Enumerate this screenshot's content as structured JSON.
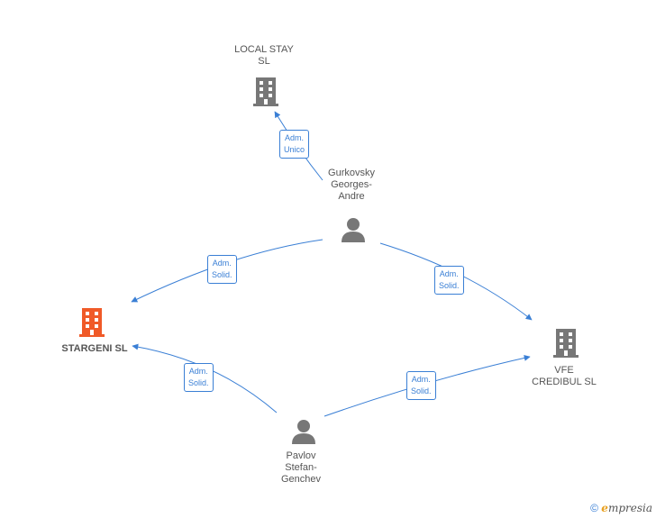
{
  "nodes": {
    "local_stay": {
      "label": "LOCAL STAY\nSL",
      "color": "#777777"
    },
    "stargeni": {
      "label": "STARGENI  SL",
      "color": "#f05a28"
    },
    "vfe": {
      "label": "VFE\nCREDIBUL  SL",
      "color": "#777777"
    },
    "gurkovsky": {
      "label": "Gurkovsky\nGeorges-\nAndre",
      "color": "#777777"
    },
    "pavlov": {
      "label": "Pavlov\nStefan-\nGenchev",
      "color": "#777777"
    }
  },
  "edges": {
    "gurkovsky_local": {
      "label": "Adm.\nUnico"
    },
    "gurkovsky_stargeni": {
      "label": "Adm.\nSolid."
    },
    "gurkovsky_vfe": {
      "label": "Adm.\nSolid."
    },
    "pavlov_stargeni": {
      "label": "Adm.\nSolid."
    },
    "pavlov_vfe": {
      "label": "Adm.\nSolid."
    }
  },
  "colors": {
    "edge": "#3a7fd5"
  },
  "watermark": {
    "symbol": "©",
    "brand_e": "e",
    "brand_rest": "mpresia"
  }
}
